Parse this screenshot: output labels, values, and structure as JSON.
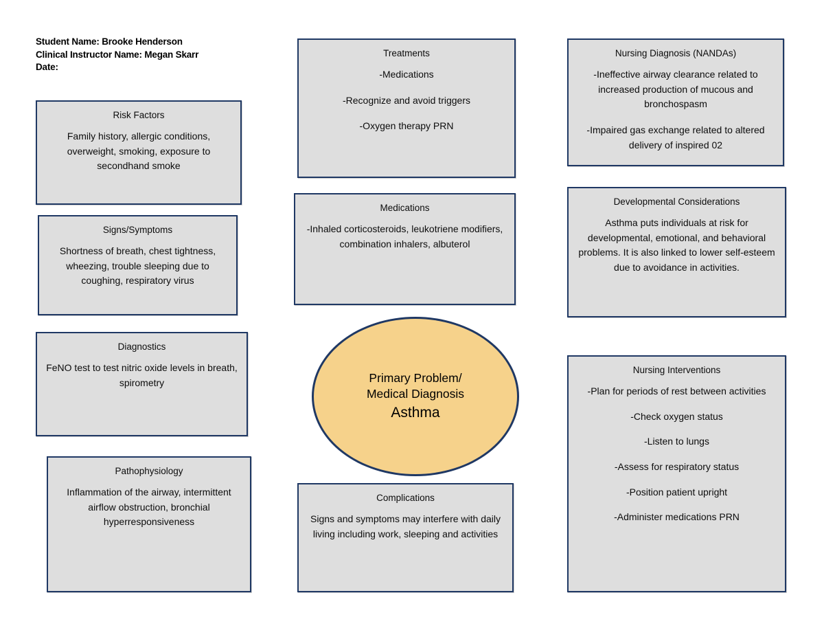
{
  "header": {
    "student_name": "Student Name: Brooke Henderson",
    "instructor_name": "Clinical Instructor Name: Megan Skarr",
    "date": "Date:"
  },
  "colors": {
    "box_fill": "#DEDEDE",
    "box_border": "#1F3864",
    "ellipse_fill": "#F6D28B",
    "ellipse_border": "#1F3864",
    "page_background": "#FFFFFF",
    "text": "#000000"
  },
  "center_node": {
    "line1": "Primary Problem/",
    "line2": "Medical Diagnosis",
    "line3": "Asthma"
  },
  "boxes": {
    "risk_factors": {
      "title": "Risk Factors",
      "body": "Family history, allergic conditions, overweight, smoking, exposure to secondhand smoke"
    },
    "signs_symptoms": {
      "title": "Signs/Symptoms",
      "body": "Shortness of breath, chest tightness, wheezing, trouble sleeping due to coughing, respiratory virus"
    },
    "diagnostics": {
      "title": "Diagnostics",
      "body": "FeNO test to test nitric oxide levels in breath, spirometry"
    },
    "pathophysiology": {
      "title": "Pathophysiology",
      "body": "Inflammation of the airway, intermittent airflow obstruction, bronchial hyperresponsiveness"
    },
    "treatments": {
      "title": "Treatments",
      "items": [
        "-Medications",
        "-Recognize and avoid triggers",
        "-Oxygen therapy PRN"
      ]
    },
    "medications": {
      "title": "Medications",
      "body": "-Inhaled corticosteroids, leukotriene modifiers, combination inhalers, albuterol"
    },
    "complications": {
      "title": "Complications",
      "body": "Signs and symptoms may interfere with daily living including work, sleeping and activities"
    },
    "nursing_diagnosis": {
      "title": "Nursing Diagnosis (NANDAs)",
      "items": [
        "-Ineffective airway clearance related to increased production of mucous and bronchospasm",
        "-Impaired gas exchange related to altered delivery of inspired 02"
      ]
    },
    "developmental_considerations": {
      "title": "Developmental Considerations",
      "body": "Asthma puts individuals at risk for developmental, emotional, and behavioral problems. It is also linked to lower self-esteem due to avoidance in activities."
    },
    "nursing_interventions": {
      "title": "Nursing Interventions",
      "items": [
        "-Plan for periods of rest between activities",
        "-Check oxygen status",
        "-Listen to lungs",
        "-Assess for respiratory status",
        "-Position patient upright",
        "-Administer medications PRN"
      ]
    }
  }
}
